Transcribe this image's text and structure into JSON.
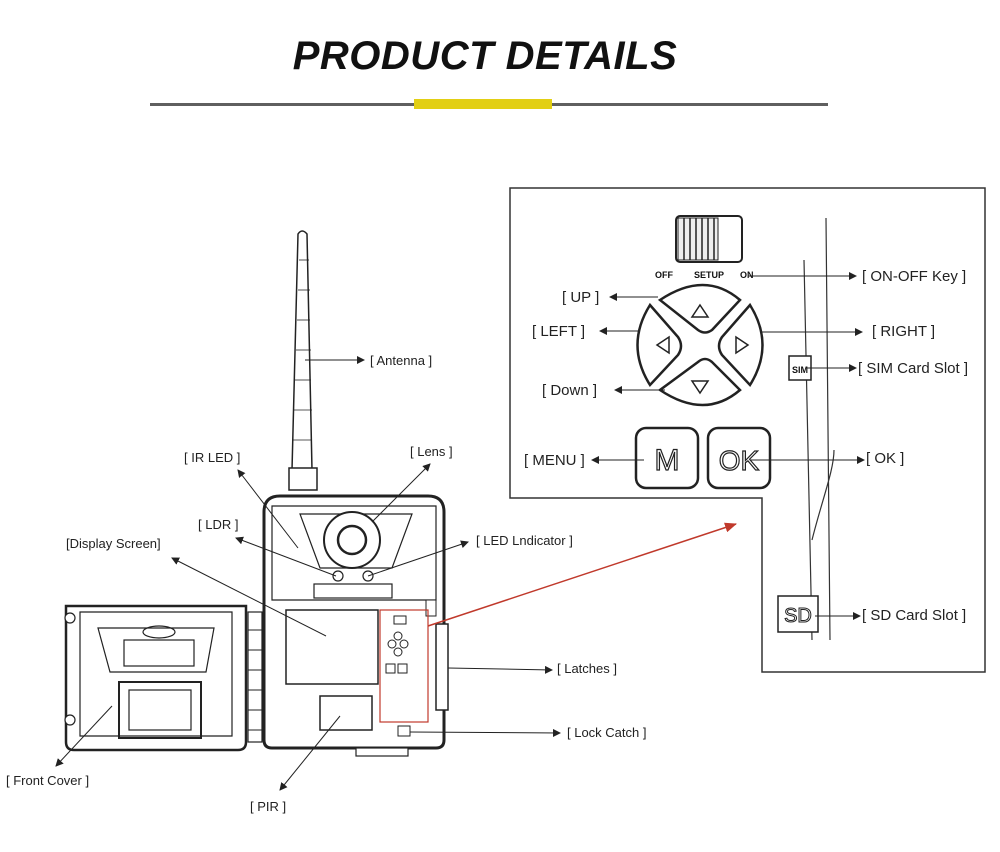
{
  "title": "PRODUCT DETAILS",
  "colors": {
    "accent": "#e2cf14",
    "rule": "#5f5f5f",
    "pointer": "#c0392b"
  },
  "labels": {
    "antenna": "[ Antenna ]",
    "ir_led": "[ IR LED ]",
    "lens": "[ Lens ]",
    "ldr": "[ LDR ]",
    "display_screen": "[Display Screen]",
    "led_indicator": "[ LED Lndicator ]",
    "latches": "[ Latches ]",
    "lock_catch": "[ Lock Catch ]",
    "front_cover": "[ Front Cover ]",
    "pir": "[ PIR ]",
    "on_off_key": "[ ON-OFF Key ]",
    "up": "[ UP ]",
    "left": "[ LEFT ]",
    "right": "[ RIGHT ]",
    "sim_slot": "[ SIM Card Slot ]",
    "down": "[ Down ]",
    "menu": "[ MENU ]",
    "ok": "[ OK ]",
    "sd_slot": "[ SD Card Slot ]"
  },
  "switch": {
    "off": "OFF",
    "setup": "SETUP",
    "on": "ON"
  },
  "keys": {
    "m": "M",
    "ok": "OK",
    "sim": "SIM",
    "sd": "SD"
  }
}
